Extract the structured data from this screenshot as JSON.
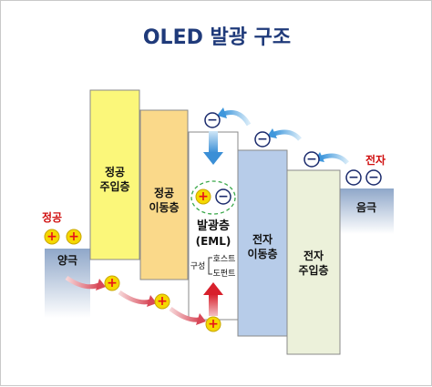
{
  "title": "OLED 발광 구조",
  "layers": {
    "anode": "양극",
    "hil": [
      "정공",
      "주입층"
    ],
    "htl": [
      "정공",
      "이동층"
    ],
    "eml": [
      "발광층",
      "(EML)"
    ],
    "etl": [
      "전자",
      "이동층"
    ],
    "eil": [
      "전자",
      "주입층"
    ],
    "cathode": "음극"
  },
  "eml_composition": {
    "label": "구성",
    "items": [
      "호스트",
      "도펀트"
    ]
  },
  "carriers": {
    "hole_label": "정공",
    "electron_label": "전자",
    "hole_symbol": "+",
    "electron_symbol": "−"
  },
  "colors": {
    "title": "#1f3a7a",
    "hil": "#fbf77a",
    "htl": "#fad98a",
    "etl": "#b7cce9",
    "eil": "#ecf1da",
    "hole": "#f5d800",
    "hole_sign": "#e8101a",
    "electron": "#2d3a6e",
    "arrow_blue": "#4aa0e0",
    "arrow_red": "#e06070"
  }
}
